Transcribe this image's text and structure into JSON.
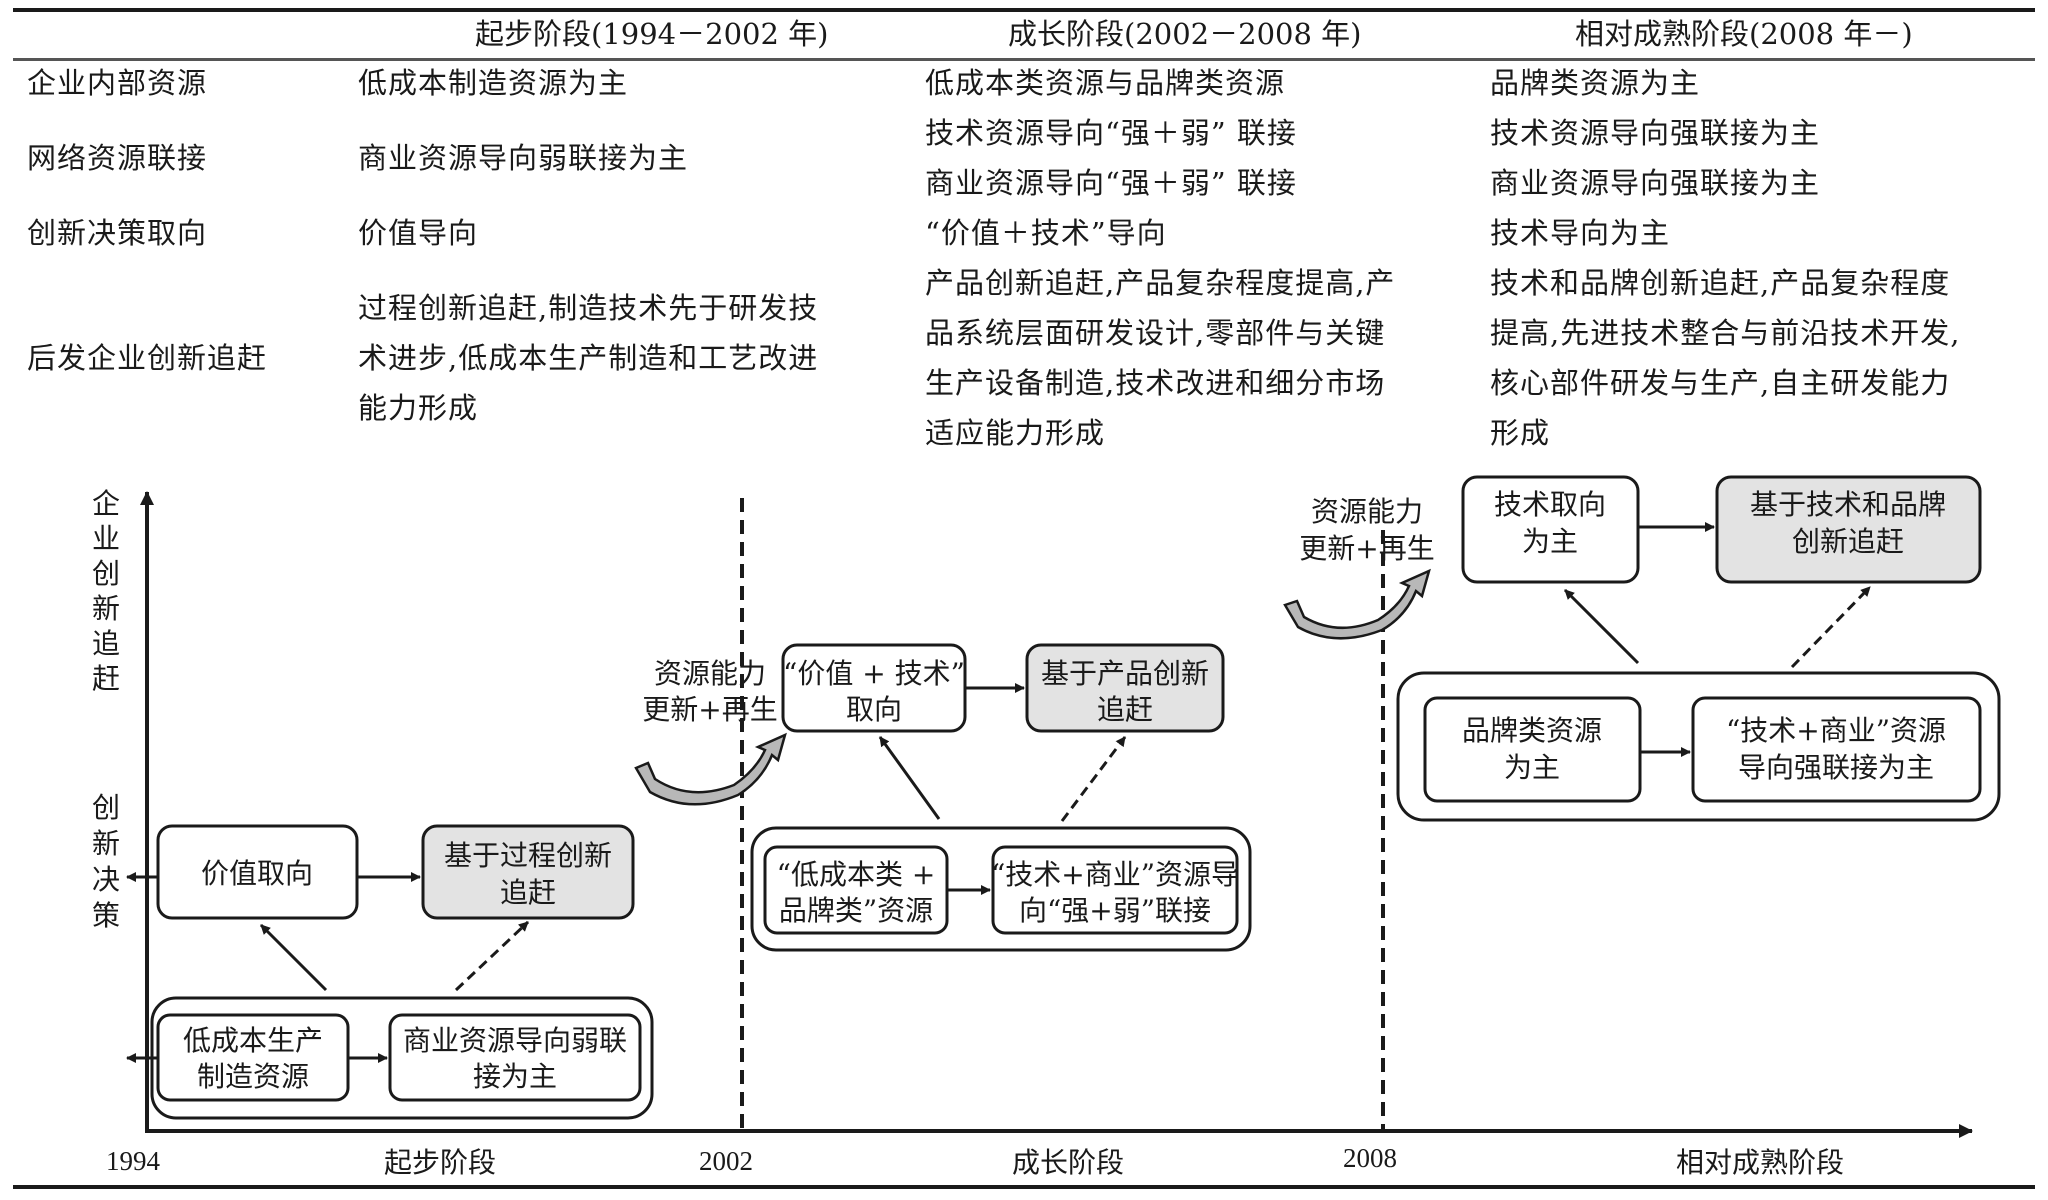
{
  "table": {
    "headers": [
      "",
      "起步阶段(1994－2002 年)",
      "成长阶段(2002－2008 年)",
      "相对成熟阶段(2008 年－)"
    ],
    "rows": [
      {
        "label": "企业内部资源",
        "startup": [
          "低成本制造资源为主"
        ],
        "growth": [
          "低成本类资源与品牌类资源"
        ],
        "mature": [
          "品牌类资源为主"
        ]
      },
      {
        "label": "网络资源联接",
        "startup": [
          "商业资源导向弱联接为主"
        ],
        "growth": [
          "技术资源导向“强＋弱” 联接",
          "商业资源导向“强＋弱” 联接"
        ],
        "mature": [
          "技术资源导向强联接为主",
          "商业资源导向强联接为主"
        ]
      },
      {
        "label": "创新决策取向",
        "startup": [
          "价值导向"
        ],
        "growth": [
          "“价值＋技术”导向"
        ],
        "mature": [
          "技术导向为主"
        ]
      },
      {
        "label": "后发企业创新追赶",
        "startup": [
          "过程创新追赶,制造技术先于研发技",
          "术进步,低成本生产制造和工艺改进",
          "能力形成"
        ],
        "growth": [
          "产品创新追赶,产品复杂程度提高,产",
          "品系统层面研发设计,零部件与关键",
          "生产设备制造,技术改进和细分市场",
          "适应能力形成"
        ],
        "mature": [
          "技术和品牌创新追赶,产品复杂程度",
          "提高,先进技术整合与前沿技术开发,",
          "核心部件研发与生产,自主研发能力",
          "形成"
        ]
      }
    ]
  },
  "diagram": {
    "y_axis_labels": {
      "top": [
        "企",
        "业",
        "创",
        "新",
        "追",
        "赶"
      ],
      "middle": [
        "创",
        "新",
        "决",
        "策"
      ]
    },
    "x_axis": {
      "years": [
        "1994",
        "2002",
        "2008"
      ],
      "stages": [
        "起步阶段",
        "成长阶段",
        "相对成熟阶段"
      ]
    },
    "transition_label": [
      "资源能力",
      "更新+再生"
    ],
    "stages": [
      {
        "decision_box": [
          "价值取向"
        ],
        "catchup_box": [
          "基于过程创新",
          "追赶"
        ],
        "resource_box": [
          "低成本生产",
          "制造资源"
        ],
        "network_box": [
          "商业资源导向弱联",
          "接为主"
        ]
      },
      {
        "decision_box": [
          "“价值 + 技术”",
          "取向"
        ],
        "catchup_box": [
          "基于产品创新",
          "追赶"
        ],
        "resource_box": [
          "“低成本类 +",
          "品牌类”资源"
        ],
        "network_box": [
          "“技术+商业”资源导",
          "向“强+弱”联接"
        ]
      },
      {
        "decision_box": [
          "技术取向",
          "为主"
        ],
        "catchup_box": [
          "基于技术和品牌",
          "创新追赶"
        ],
        "resource_box": [
          "品牌类资源",
          "为主"
        ],
        "network_box": [
          "“技术+商业”资源",
          "导向强联接为主"
        ]
      }
    ],
    "colors": {
      "stroke": "#1a1a1a",
      "catchup_fill": "#e3e3e3",
      "box_fill": "#ffffff",
      "transition_arrow_fill": "#b8b8b8"
    }
  }
}
